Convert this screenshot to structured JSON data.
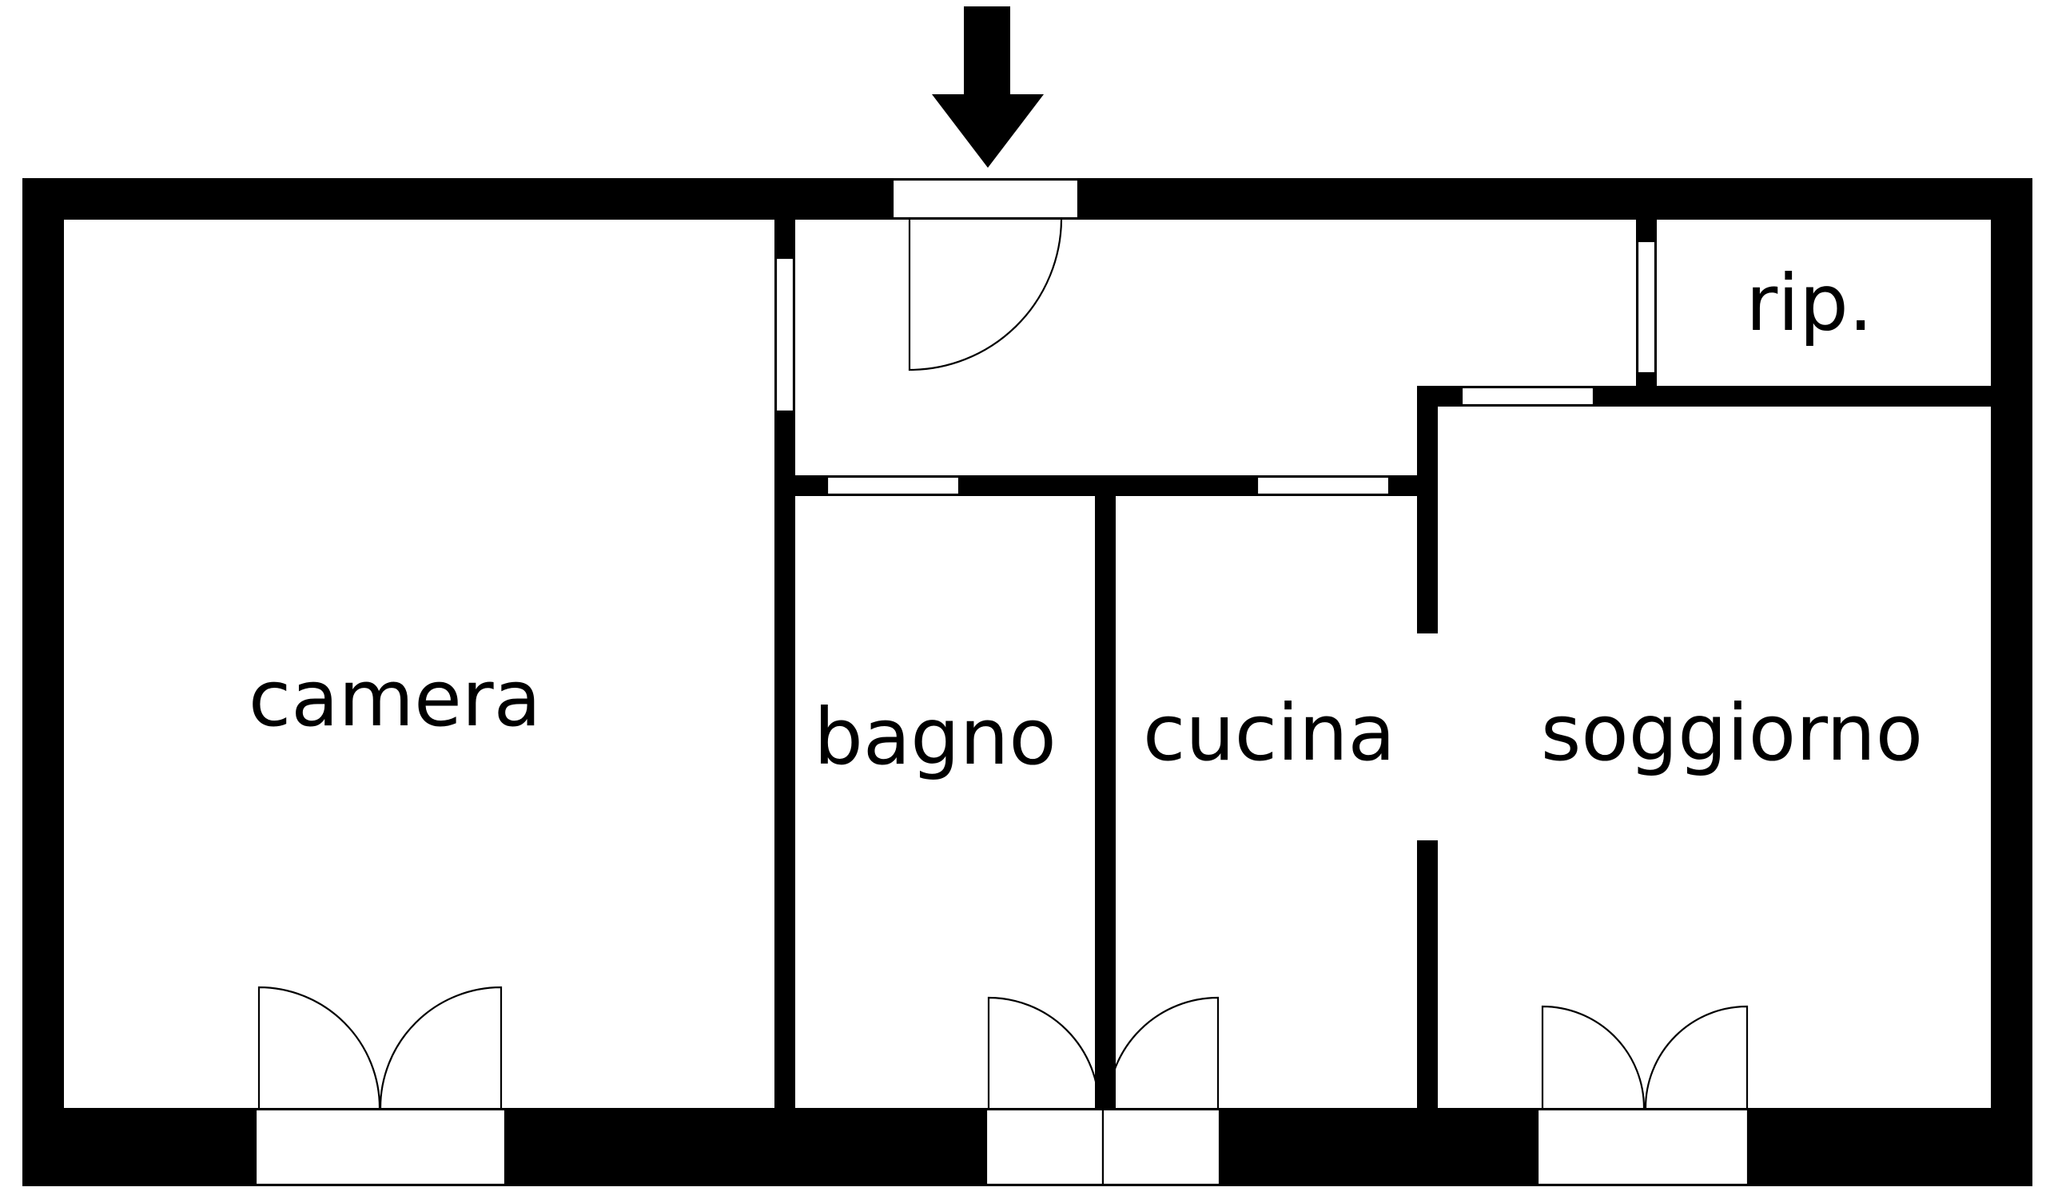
{
  "colors": {
    "wall": "#000000",
    "floor": "#ffffff",
    "line": "#000000"
  },
  "rooms": {
    "camera": "camera",
    "bagno": "bagno",
    "cucina": "cucina",
    "soggiorno": "soggiorno",
    "ripostiglio": "rip."
  },
  "icons": {
    "entrance": "entrance-arrow-icon"
  }
}
